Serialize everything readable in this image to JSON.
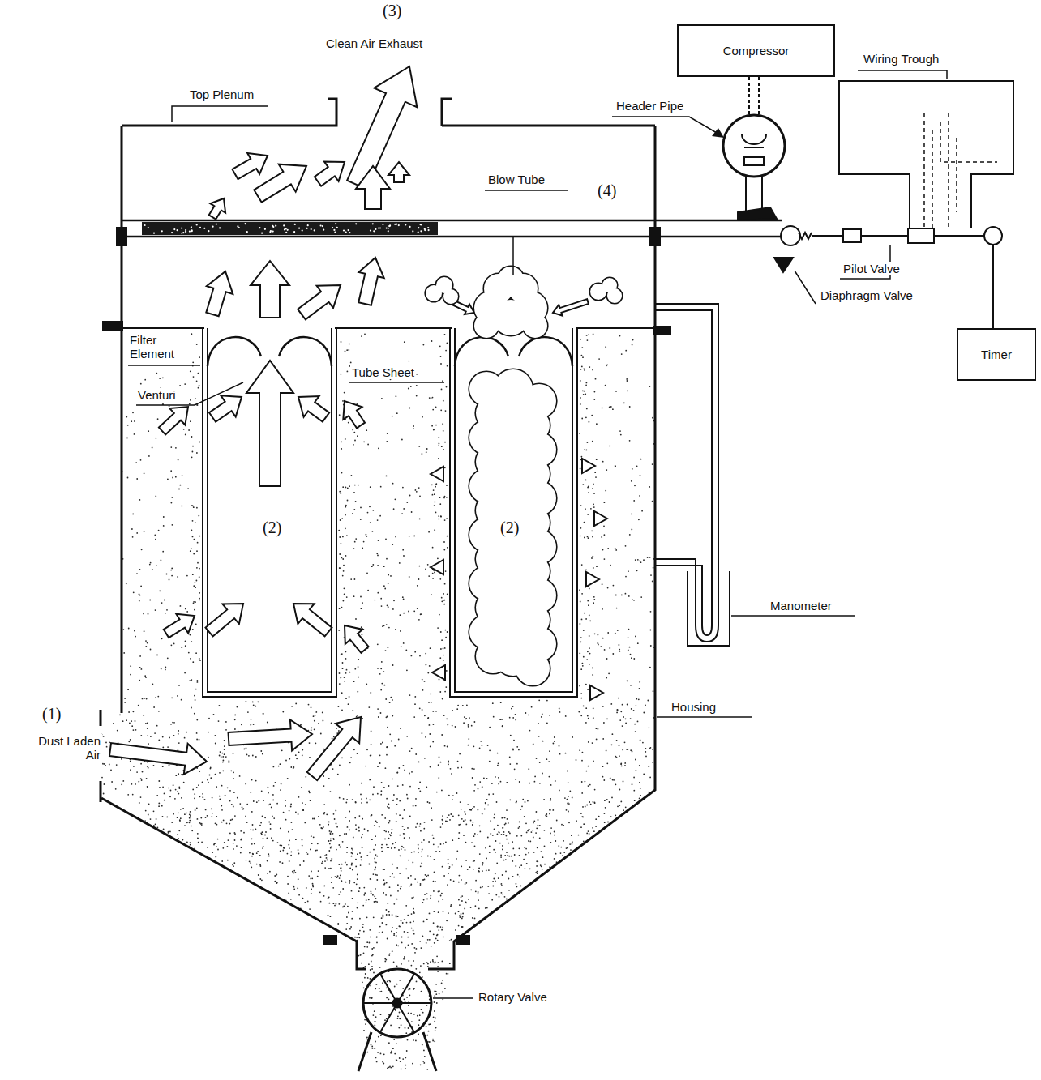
{
  "diagram": {
    "nodes": [
      {
        "text": [
          "Compressor"
        ]
      },
      {
        "text": [
          "Timer"
        ]
      }
    ],
    "labels": [
      "(3)",
      "Clean Air Exhaust",
      "Top Plenum",
      "Header Pipe",
      "Wiring Trough",
      "Blow Tube",
      "(4)",
      "Pilot Valve",
      "Diaphragm Valve",
      "Filter Element",
      "Venturi",
      "Tube Sheet",
      "(2)",
      "(2)",
      "Manometer",
      "Housing",
      "(1)",
      "Dust Laden Air",
      "Rotary Valve"
    ]
  }
}
